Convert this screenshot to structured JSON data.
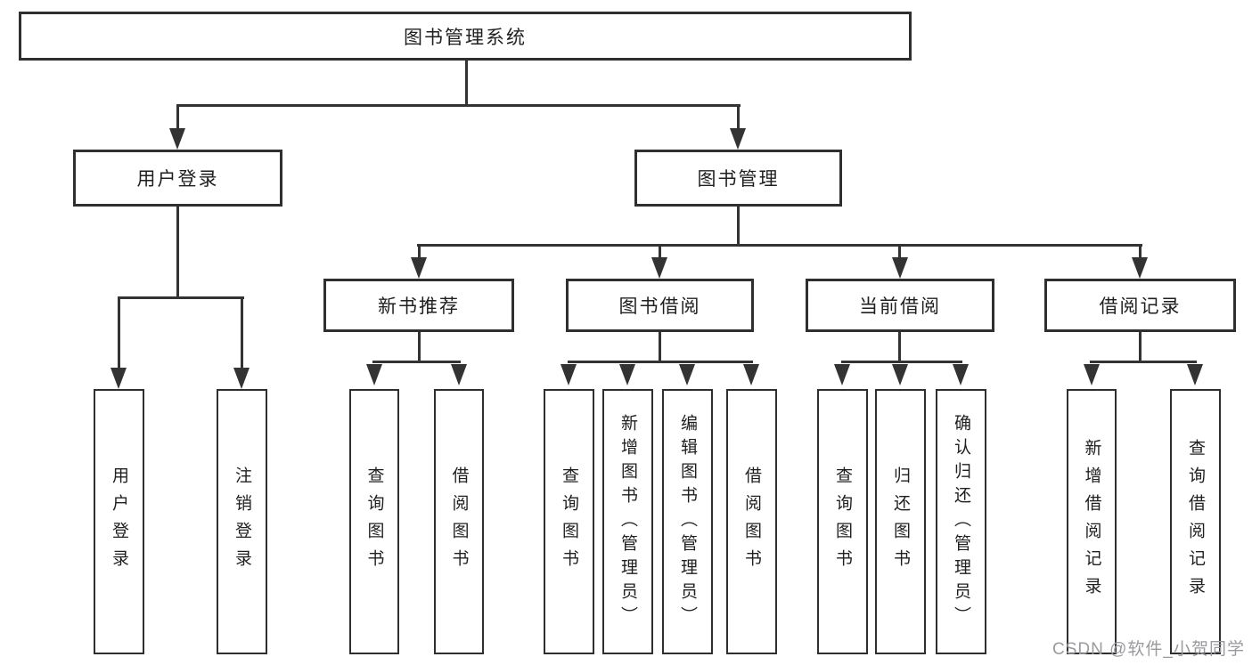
{
  "diagram_title": "图书管理系统",
  "tree": {
    "label": "图书管理系统",
    "children": [
      {
        "label": "用户登录",
        "children": [
          {
            "label": "用户登录"
          },
          {
            "label": "注销登录"
          }
        ]
      },
      {
        "label": "图书管理",
        "children": [
          {
            "label": "新书推荐",
            "children": [
              {
                "label": "查询图书"
              },
              {
                "label": "借阅图书"
              }
            ]
          },
          {
            "label": "图书借阅",
            "children": [
              {
                "label": "查询图书"
              },
              {
                "label": "新增图书（管理员）"
              },
              {
                "label": "编辑图书（管理员）"
              },
              {
                "label": "借阅图书"
              }
            ]
          },
          {
            "label": "当前借阅",
            "children": [
              {
                "label": "查询图书"
              },
              {
                "label": "归还图书"
              },
              {
                "label": "确认归还（管理员）"
              }
            ]
          },
          {
            "label": "借阅记录",
            "children": [
              {
                "label": "新增借阅记录"
              },
              {
                "label": "查询借阅记录"
              }
            ]
          }
        ]
      }
    ]
  },
  "watermark": {
    "text": "CSDN @软件_小贺同学"
  },
  "colors": {
    "line": "#333333",
    "box_border": "#2f2f2f",
    "text": "#1f1f1f",
    "background": "#ffffff",
    "watermark": "#9a9a9e"
  }
}
